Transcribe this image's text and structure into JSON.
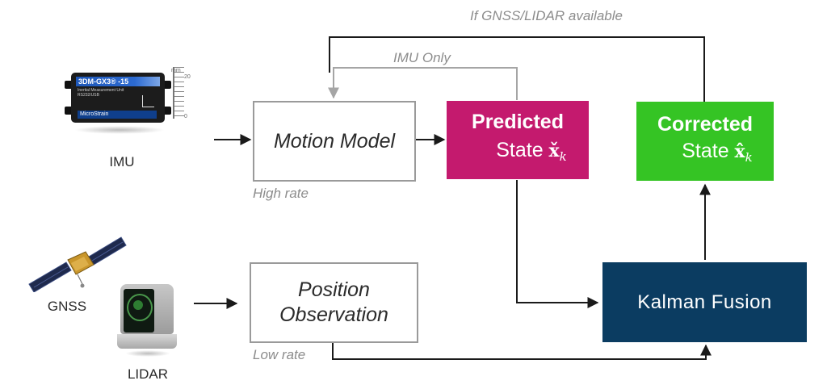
{
  "labels": {
    "if_available": "If GNSS/LIDAR available",
    "imu_only": "IMU Only",
    "high_rate": "High rate",
    "low_rate": "Low rate"
  },
  "boxes": {
    "motion_model": "Motion Model",
    "position_observation_line1": "Position",
    "position_observation_line2": "Observation",
    "predicted_title": "Predicted",
    "predicted_state": "State",
    "predicted_symbol": "x̌",
    "corrected_title": "Corrected",
    "corrected_state": "State",
    "corrected_symbol": "x̂",
    "state_subscript": "k",
    "kalman_fusion": "Kalman Fusion"
  },
  "sensors": {
    "imu": "IMU",
    "gnss": "GNSS",
    "lidar": "LIDAR"
  },
  "imu_device": {
    "model": "3DM-GX3® -15",
    "line1": "Inertial Measurement Unit",
    "line2": "RS232/USB",
    "brand": "MicroStrain",
    "ruler_unit": "mm",
    "ruler_max": "20",
    "ruler_min": "0"
  },
  "colors": {
    "predicted": "#c41a6e",
    "corrected": "#35c424",
    "kalman": "#0b3c61",
    "line": "#1a1a1a",
    "gray_line": "#a5a5a5"
  }
}
